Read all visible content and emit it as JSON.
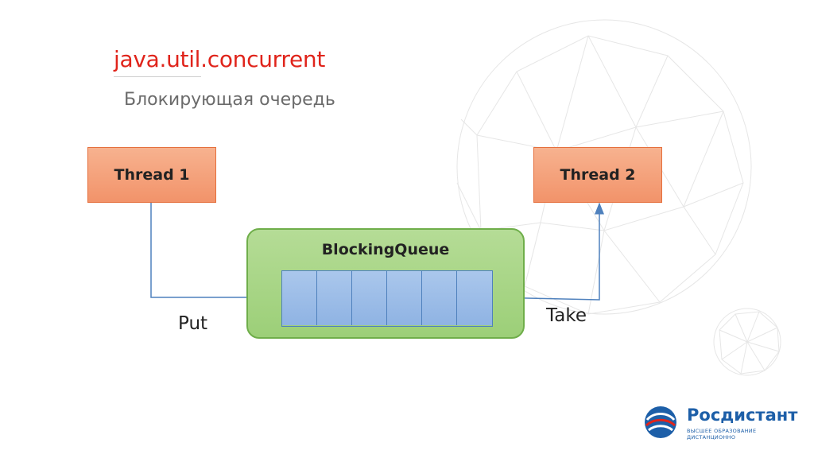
{
  "title": "java.util.concurrent",
  "subtitle": "Блокирующая очередь",
  "nodes": {
    "thread1": "Thread 1",
    "thread2": "Thread 2",
    "queue": "BlockingQueue"
  },
  "queue_slot_count": 6,
  "edges": {
    "put": "Put",
    "take": "Take"
  },
  "logo": {
    "name_part1": "Рос",
    "name_part2": "дистант",
    "tagline": "ВЫСШЕЕ ОБРАЗОВАНИЕ ДИСТАНЦИОННО"
  },
  "colors": {
    "title": "#e0241b",
    "thread_fill": "#f4a07a",
    "queue_fill": "#a9d18e",
    "slot_fill": "#9dbde8",
    "arrow": "#4f81bd"
  }
}
